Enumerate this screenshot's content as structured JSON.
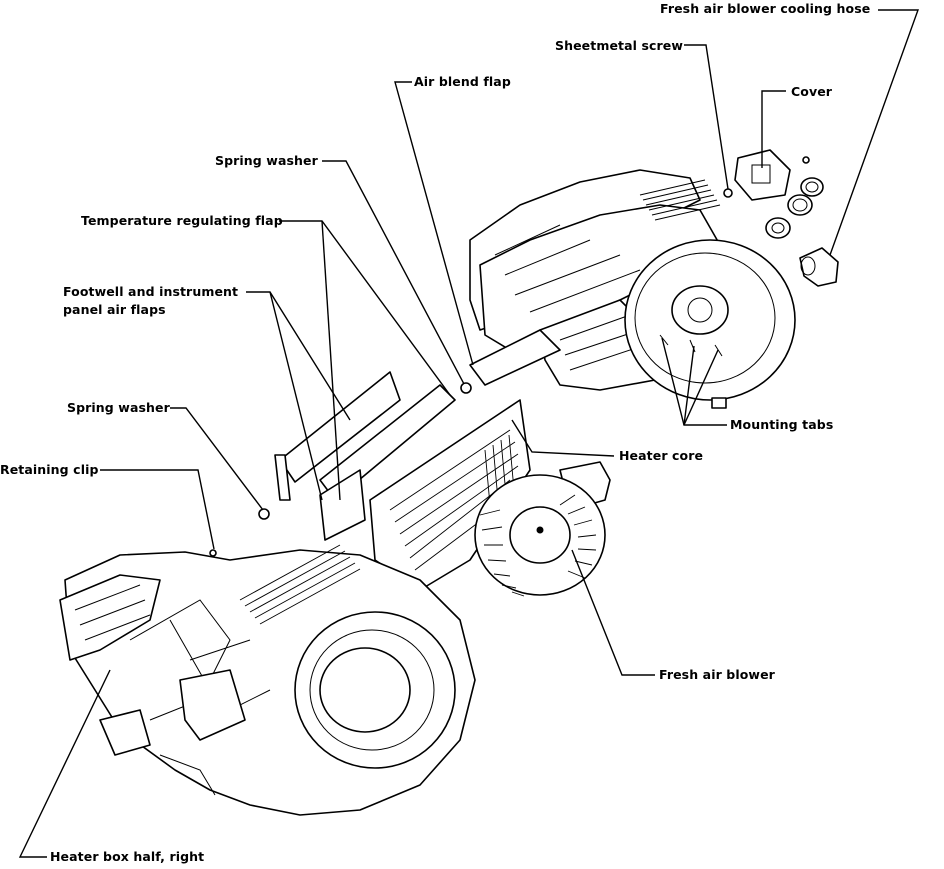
{
  "labels": {
    "fresh_air_blower_cooling_hose": "Fresh air blower cooling hose",
    "sheetmetal_screw": "Sheetmetal screw",
    "cover": "Cover",
    "air_blend_flap": "Air blend flap",
    "spring_washer_top": "Spring washer",
    "temperature_regulating_flap": "Temperature regulating flap",
    "footwell_flaps_line1": "Footwell and instrument",
    "footwell_flaps_line2": "panel air flaps",
    "spring_washer_left": "Spring washer",
    "retaining_clip": "Retaining clip",
    "mounting_tabs": "Mounting tabs",
    "heater_core": "Heater core",
    "fresh_air_blower": "Fresh air blower",
    "heater_box_half_right": "Heater box half, right"
  },
  "colors": {
    "ink": "#000000",
    "background": "#ffffff"
  }
}
